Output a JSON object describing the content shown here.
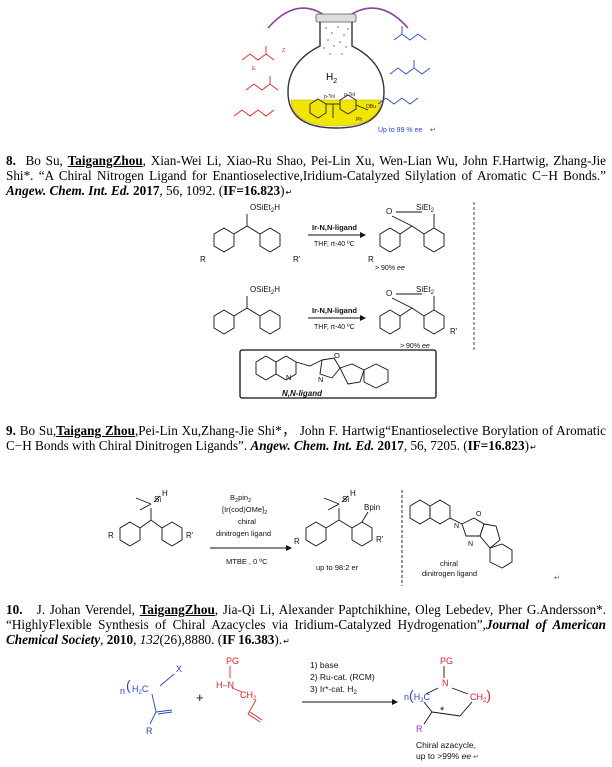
{
  "scheme_top": {
    "h2": "H",
    "h2_sub": "2",
    "ee_text": "Up to 99 % ee",
    "labels": [
      "2",
      "E",
      "Z",
      "p-Tol",
      "p-Tol",
      "Ph",
      "OBu"
    ]
  },
  "ref8": {
    "num": "8.",
    "pre": "Bo Su, ",
    "author": "TaigangZhou",
    "post": ", Xian-Wei Li, Xiao-Ru Shao, Pei-Lin Xu, Wen-Lian Wu, John F.Hartwig, Zhang-Jie Shi*. “A Chiral Nitrogen Ligand for Enantioselective,Iridium-Catalyzed Silylation of Aromatic C−H Bonds.” ",
    "journal": "Angew. Chem. Int. Ed.",
    "year": "2017",
    "vol": ", 56, 1092. (",
    "if": "IF=16.823",
    "close": ")"
  },
  "scheme8": {
    "reactant_group": "OSiEt",
    "reactant_group_sub": "2",
    "H": "H",
    "reagent": "Ir-N,N-ligand",
    "conditions": "THF, rt-40 ºC",
    "product_si": "SiEt",
    "product_si_sub": "2",
    "O": "O",
    "ee1": "> 90% ",
    "ee2": "> 90% ",
    "ee_word": "ee",
    "R": "R",
    "Rp": "R'",
    "ligand_label": "N,N-ligand",
    "N": "N",
    "O2": "O"
  },
  "ref9": {
    "num": "9.",
    "pre": " Bo Su,",
    "author": "Taigang Zhou",
    "post": ",Pei-Lin Xu,Zhang-Jie Shi*， John F. Hartwig“Enantioselective Borylation of Aromatic C−H Bonds with Chiral Dinitrogen Ligands”. ",
    "journal": "Angew. Chem. Int. Ed.",
    "year": "2017",
    "vol": ", 56, 7205. (",
    "if": "IF=16.823",
    "close": ")"
  },
  "scheme9": {
    "si": "Si",
    "H": "H",
    "R": "R",
    "Rp": "R'",
    "reagent1": "B",
    "reagent1_sub1": "2",
    "reagent1_mid": "pin",
    "reagent1_sub2": "2",
    "reagent2": "[Ir(cod)OMe]",
    "reagent2_sub": "2",
    "reagent3": "chiral",
    "reagent4": "dinitrogen ligand",
    "conditions": "MTBE , 0 ºC",
    "bpin": "Bpin",
    "er": "up to 98:2 er",
    "ligand_caption1": "chiral",
    "ligand_caption2": "dinitrogen ligand",
    "N": "N",
    "O": "O"
  },
  "ref10": {
    "num": "10.",
    "pre": " J. Johan Verendel, ",
    "author": "TaigangZhou",
    "post": ", Jia-Qi Li, Alexander Paptchikhine, Oleg Lebedev, Pher G.Andersson*. “HighlyFlexible Synthesis of Chiral Azacycles via Iridium-Catalyzed Hydrogenation”,",
    "journal": "Journal of American Chemical Society",
    "comma": ", ",
    "year": "2010",
    "comma2": ", ",
    "vol": "132",
    "issue": "(26),8880. (",
    "if": "IF  16.383",
    "close": ")."
  },
  "scheme10": {
    "step1": "1) base",
    "step2": "2) Ru-cat. (RCM)",
    "step3": "3) Ir*-cat. H",
    "step3_sub": "2",
    "X": "X",
    "H2C": "H",
    "n": "n",
    "R": "R",
    "PG": "PG",
    "N": "N",
    "H": "H",
    "CH2": "CH",
    "plus": "+",
    "star": "*",
    "caption1": "Chiral azacycle,",
    "caption2": "up to >99% ",
    "ee_word": "ee"
  }
}
